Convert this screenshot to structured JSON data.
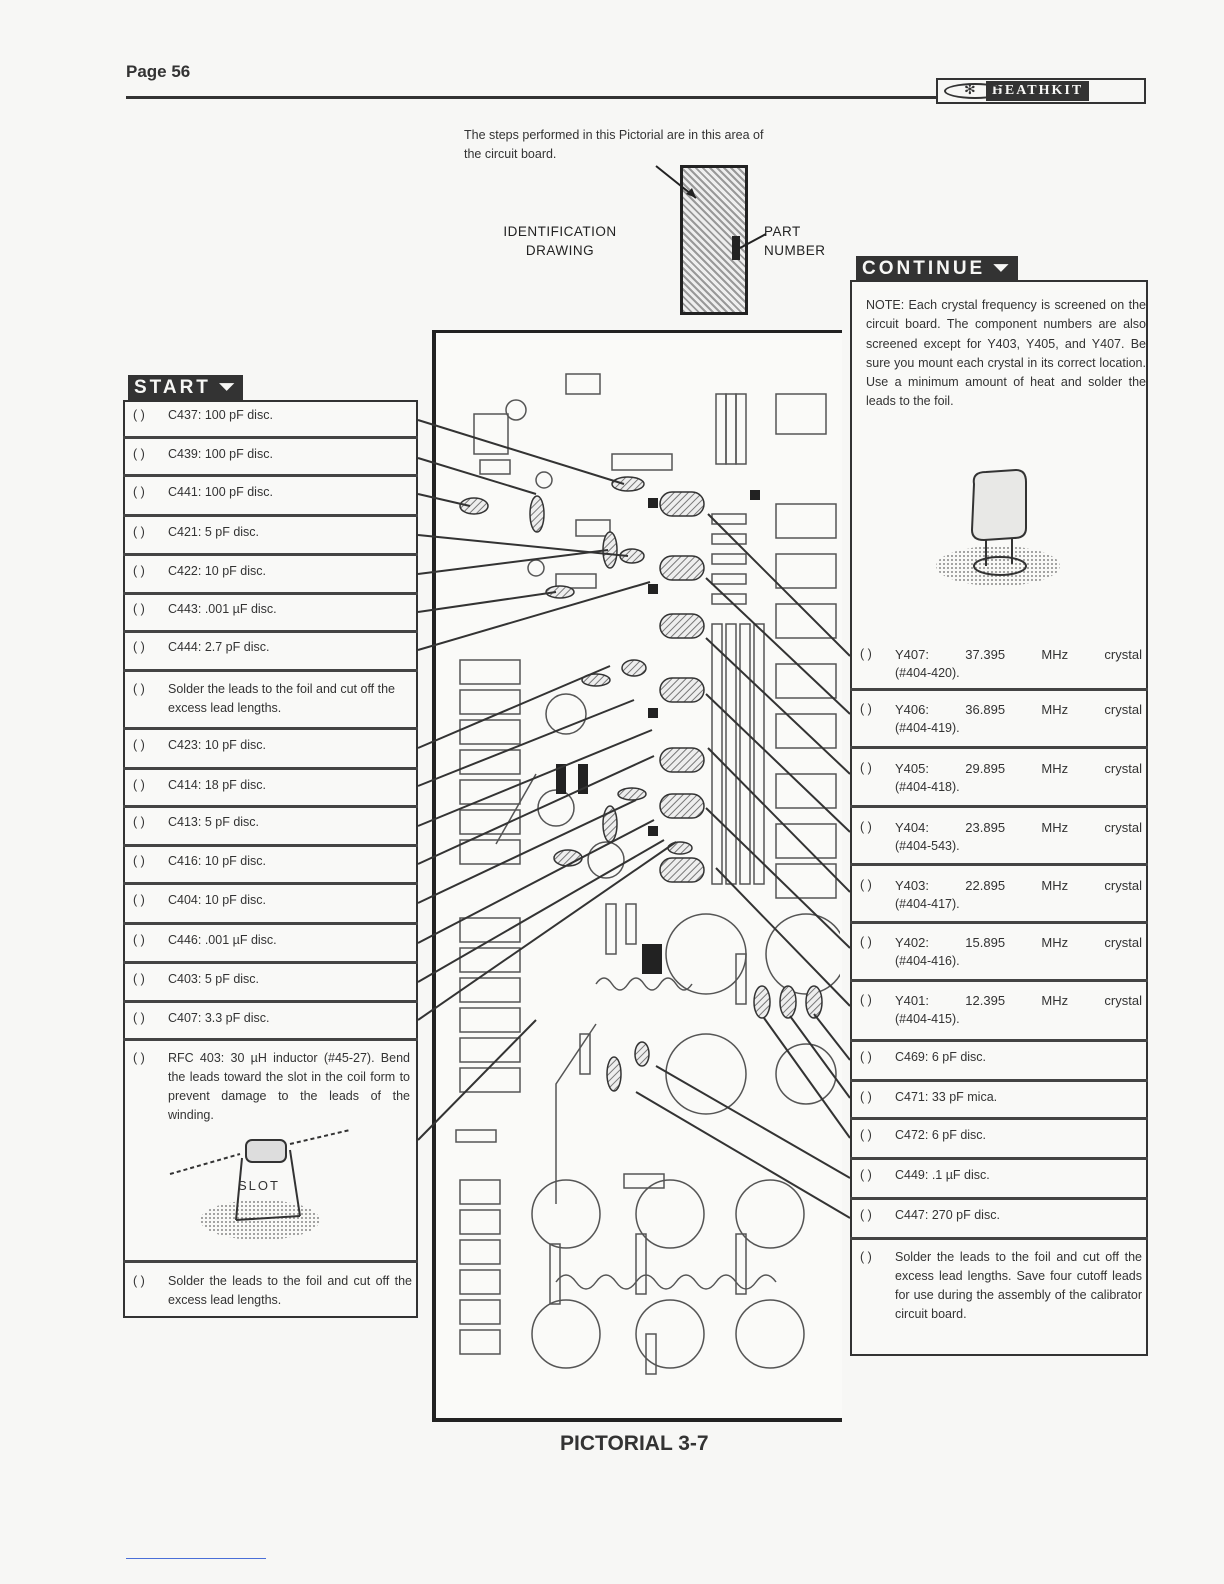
{
  "header": {
    "page_number": "Page 56",
    "brand": "HEATHKIT"
  },
  "identification": {
    "intro": "The steps performed in this Pictorial are in this area of the circuit board.",
    "drawing_label_1": "IDENTIFICATION",
    "drawing_label_2": "DRAWING",
    "part_label_1": "PART",
    "part_label_2": "NUMBER"
  },
  "start_banner": "START",
  "continue_banner": "CONTINUE",
  "checkbox": "(   )",
  "left_steps": [
    {
      "text": "C437: 100 pF disc."
    },
    {
      "text": "C439: 100 pF disc."
    },
    {
      "text": "C441: 100 pF disc."
    },
    {
      "text": "C421: 5 pF disc."
    },
    {
      "text": "C422: 10 pF disc."
    },
    {
      "text": "C443: .001 µF disc."
    },
    {
      "text": "C444: 2.7 pF disc."
    },
    {
      "text": "Solder the leads to the foil and cut off the excess lead lengths."
    },
    {
      "text": "C423: 10 pF disc."
    },
    {
      "text": "C414: 18 pF disc."
    },
    {
      "text": "C413: 5 pF disc."
    },
    {
      "text": "C416: 10 pF disc."
    },
    {
      "text": "C404: 10 pF disc."
    },
    {
      "text": "C446: .001 µF disc."
    },
    {
      "text": "C403: 5 pF disc."
    },
    {
      "text": "C407: 3.3 pF disc."
    },
    {
      "text": "RFC 403: 30 µH inductor (#45-27). Bend the leads toward the slot in the coil form to prevent damage to the leads of the winding."
    },
    {
      "text": "Solder the leads to the foil and cut off the excess lead lengths."
    }
  ],
  "slot_label": "SLOT",
  "note": "NOTE: Each crystal frequency is screened on the circuit board. The component numbers are also screened except for Y403, Y405, and Y407. Be sure you mount each crystal in its correct location. Use a minimum amount of heat and solder the leads to the foil.",
  "crystals": [
    {
      "id": "Y407:",
      "freq": "37.395",
      "unit": "MHz",
      "kind": "crystal",
      "part": "(#404-420)."
    },
    {
      "id": "Y406:",
      "freq": "36.895",
      "unit": "MHz",
      "kind": "crystal",
      "part": "(#404-419)."
    },
    {
      "id": "Y405:",
      "freq": "29.895",
      "unit": "MHz",
      "kind": "crystal",
      "part": "(#404-418)."
    },
    {
      "id": "Y404:",
      "freq": "23.895",
      "unit": "MHz",
      "kind": "crystal",
      "part": "(#404-543)."
    },
    {
      "id": "Y403:",
      "freq": "22.895",
      "unit": "MHz",
      "kind": "crystal",
      "part": "(#404-417)."
    },
    {
      "id": "Y402:",
      "freq": "15.895",
      "unit": "MHz",
      "kind": "crystal",
      "part": "(#404-416)."
    },
    {
      "id": "Y401:",
      "freq": "12.395",
      "unit": "MHz",
      "kind": "crystal",
      "part": "(#404-415)."
    }
  ],
  "right_steps": [
    {
      "text": "C469: 6 pF disc."
    },
    {
      "text": "C471: 33 pF mica."
    },
    {
      "text": "C472: 6 pF disc."
    },
    {
      "text": "C449: .1 µF disc."
    },
    {
      "text": "C447: 270 pF disc."
    },
    {
      "text": "Solder the leads to the foil and cut off the excess lead lengths. Save four cutoff leads for use during the assembly of the calibrator circuit board."
    }
  ],
  "caption": "PICTORIAL 3-7"
}
